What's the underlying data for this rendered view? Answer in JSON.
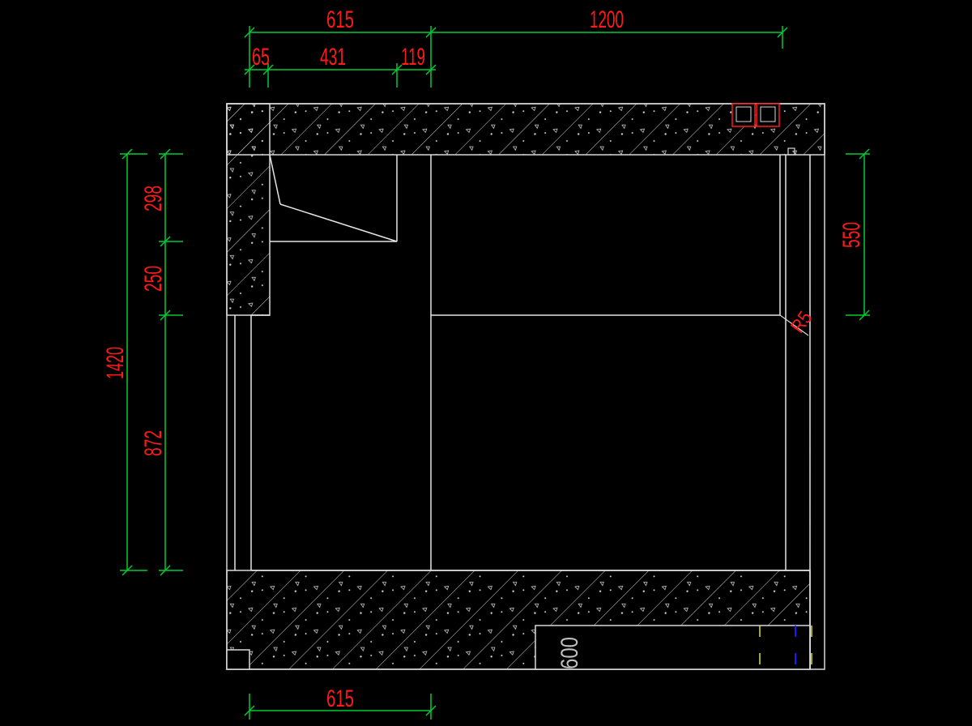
{
  "drawing": {
    "colors": {
      "background": "#000000",
      "wall": "#d9d9d9",
      "dimension_line": "#00cc33",
      "dimension_text": "#ff1a1a",
      "label": "#bfbfbf",
      "marker_yellow": "#e6e600",
      "marker_blue": "#1a1aff"
    },
    "dims": {
      "top_total_left": "615",
      "top_total_right": "1200",
      "top_seg_1": "65",
      "top_seg_2": "431",
      "top_seg_3": "119",
      "left_total": "1420",
      "left_seg_1": "298",
      "left_seg_2": "250",
      "left_seg_3": "872",
      "right_seg": "550",
      "radius_note": "R5",
      "bottom_total": "615"
    },
    "labels": {
      "cabinet_height": "600"
    }
  }
}
